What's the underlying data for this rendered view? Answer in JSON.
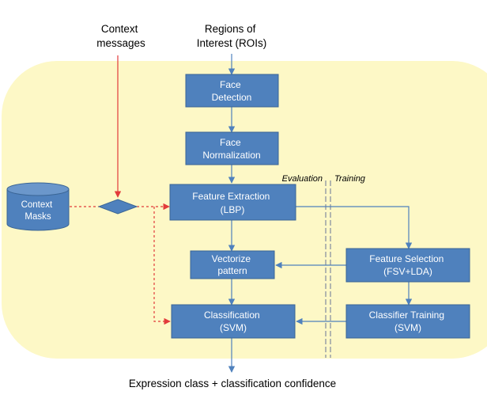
{
  "inputs": {
    "context_messages": [
      "Context",
      "messages"
    ],
    "rois": [
      "Regions of",
      "Interest (ROIs)"
    ]
  },
  "nodes": {
    "face_detection": [
      "Face",
      "Detection"
    ],
    "face_normalization": [
      "Face",
      "Normalization"
    ],
    "feature_extraction": [
      "Feature Extraction",
      "(LBP)"
    ],
    "vectorize_pattern": [
      "Vectorize",
      "pattern"
    ],
    "feature_selection": [
      "Feature Selection",
      "(FSV+LDA)"
    ],
    "classification": [
      "Classification",
      "(SVM)"
    ],
    "classifier_training": [
      "Classifier Training",
      "(SVM)"
    ],
    "context_masks": [
      "Context",
      "Masks"
    ]
  },
  "phase_labels": {
    "evaluation": "Evaluation",
    "training": "Training"
  },
  "output": "Expression class + classification confidence",
  "colors": {
    "panel": "#fdf8c6",
    "box_fill": "#4f81bd",
    "box_stroke": "#3a6595",
    "arrow": "#4f81bd",
    "context_arrow": "#e23b3b",
    "divider": "#9aa0a6"
  }
}
